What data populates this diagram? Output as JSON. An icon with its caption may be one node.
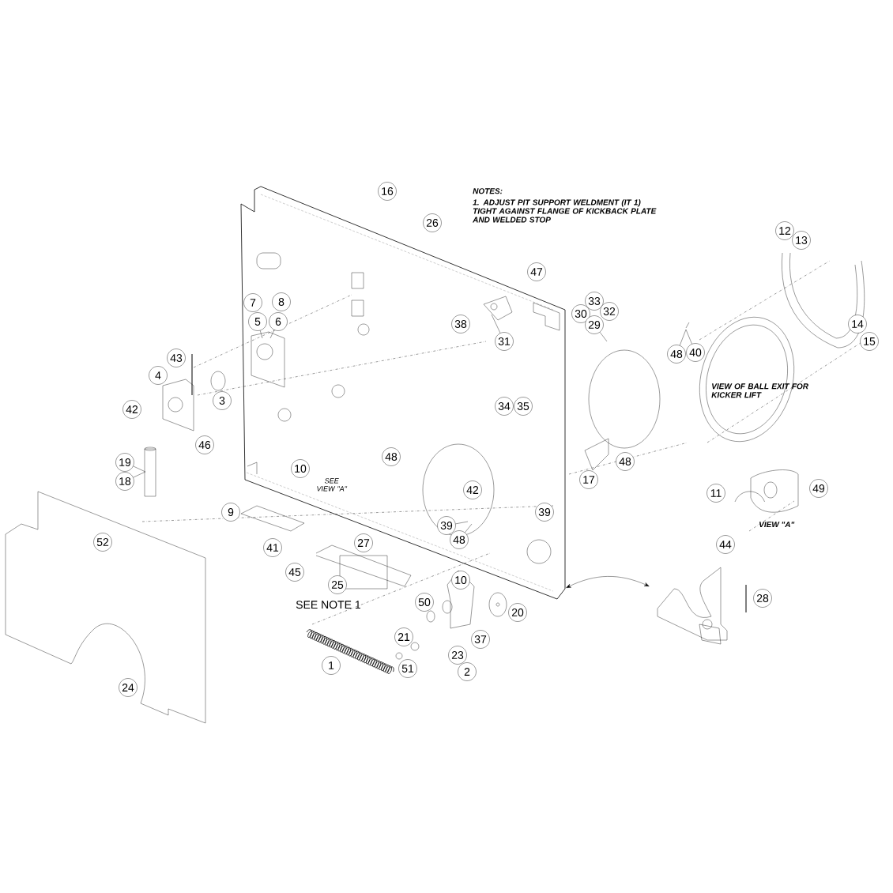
{
  "diagram": {
    "nodes": [
      {
        "text": [
          "16"
        ]
      },
      {
        "text": [
          "26"
        ]
      },
      {
        "text": [
          "47"
        ]
      },
      {
        "text": [
          "7"
        ]
      },
      {
        "text": [
          "8"
        ]
      },
      {
        "text": [
          "5"
        ]
      },
      {
        "text": [
          "6"
        ]
      },
      {
        "text": [
          "38"
        ]
      },
      {
        "text": [
          "31"
        ]
      },
      {
        "text": [
          "33"
        ]
      },
      {
        "text": [
          "30"
        ]
      },
      {
        "text": [
          "32"
        ]
      },
      {
        "text": [
          "29"
        ]
      },
      {
        "text": [
          "12"
        ]
      },
      {
        "text": [
          "13"
        ]
      },
      {
        "text": [
          "43"
        ]
      },
      {
        "text": [
          "4"
        ]
      },
      {
        "text": [
          "48"
        ]
      },
      {
        "text": [
          "40"
        ]
      },
      {
        "text": [
          "14"
        ]
      },
      {
        "text": [
          "15"
        ]
      },
      {
        "text": [
          "42"
        ]
      },
      {
        "text": [
          "3"
        ]
      },
      {
        "text": [
          "34"
        ]
      },
      {
        "text": [
          "35"
        ]
      },
      {
        "text": [
          "46"
        ]
      },
      {
        "text": [
          "19"
        ]
      },
      {
        "text": [
          "18"
        ]
      },
      {
        "text": [
          "10"
        ]
      },
      {
        "text": [
          "48"
        ]
      },
      {
        "text": [
          "48"
        ]
      },
      {
        "text": [
          "17"
        ]
      },
      {
        "text": [
          "42"
        ]
      },
      {
        "text": [
          "11"
        ]
      },
      {
        "text": [
          "49"
        ]
      },
      {
        "text": [
          "9"
        ]
      },
      {
        "text": [
          "39"
        ]
      },
      {
        "text": [
          "39"
        ]
      },
      {
        "text": [
          "48"
        ]
      },
      {
        "text": [
          "52"
        ]
      },
      {
        "text": [
          "27"
        ]
      },
      {
        "text": [
          "41"
        ]
      },
      {
        "text": [
          "44"
        ]
      },
      {
        "text": [
          "45"
        ]
      },
      {
        "text": [
          "25"
        ]
      },
      {
        "text": [
          "10"
        ]
      },
      {
        "text": [
          "28"
        ]
      },
      {
        "text": [
          "50"
        ]
      },
      {
        "text": [
          "20"
        ]
      },
      {
        "text": [
          "21"
        ]
      },
      {
        "text": [
          "37"
        ]
      },
      {
        "text": [
          "23"
        ]
      },
      {
        "text": [
          "1"
        ]
      },
      {
        "text": [
          "51"
        ]
      },
      {
        "text": [
          "2"
        ]
      },
      {
        "text": [
          "24"
        ]
      },
      {
        "text": [],
        "shape": "picture"
      }
    ],
    "edges": [
      {
        "from": 5,
        "to": null,
        "arrow": "none"
      },
      {
        "from": 6,
        "to": null,
        "arrow": "none"
      },
      {
        "from": 8,
        "to": null,
        "arrow": "none"
      },
      {
        "from": 12,
        "to": null,
        "arrow": "none"
      },
      {
        "from": 17,
        "to": null,
        "arrow": "none"
      },
      {
        "from": 18,
        "to": null,
        "arrow": "none"
      },
      {
        "from": 26,
        "to": null,
        "arrow": "none"
      },
      {
        "from": 27,
        "to": null,
        "arrow": "none"
      },
      {
        "from": 36,
        "to": null,
        "arrow": "none"
      },
      {
        "from": 38,
        "to": null,
        "arrow": "none"
      },
      {
        "from": null,
        "to": 56,
        "arrow": "both"
      }
    ],
    "labels": [
      "NOTES:",
      "1. ADJUST PIT SUPPORT WELDMENT (IT 1) TIGHT AGAINST FLANGE OF KICKBACK PLATE AND WELDED STOP",
      "VIEW OF BALL EXIT FOR KICKER LIFT",
      "SEE VIEW \"A\"",
      "VIEW \"A\"",
      "SEE NOTE 1"
    ]
  }
}
